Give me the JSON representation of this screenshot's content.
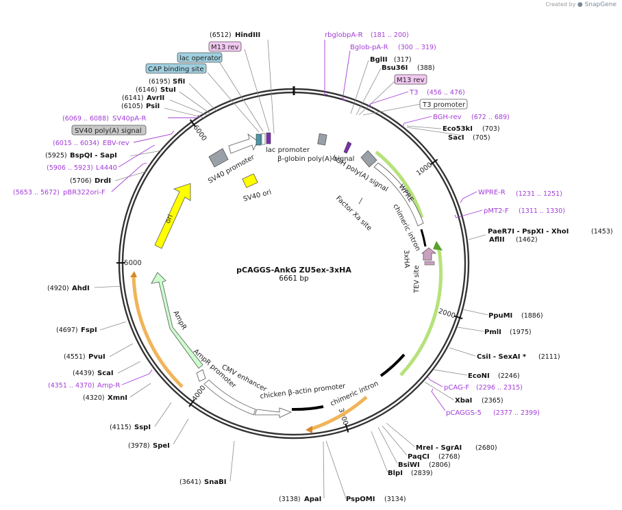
{
  "credit": {
    "prefix": "Created by",
    "brand": "SnapGene"
  },
  "plasmid": {
    "name": "pCAGGS-AnkG ZU5ex-3xHA",
    "length_label": "6661 bp",
    "length": 6661
  },
  "ticks": [
    "1000",
    "2000",
    "3000",
    "4000",
    "5000",
    "6000"
  ],
  "tick_values": [
    1000,
    2000,
    3000,
    4000,
    5000,
    6000
  ],
  "colors": {
    "backbone": "#333333",
    "primer": "#a23bd6",
    "ori": "#ffff00",
    "ampr": "#ccffcc",
    "wpre": "#8bc34a",
    "orange_primer": "#e8a040",
    "grey_feature": "#9aa0a8",
    "tag": "#c9a0c0",
    "label_pink": "#f0c8f0",
    "label_blue": "#9fd0e0",
    "label_grey": "#c8c8c8"
  },
  "sites_right": [
    {
      "pos": "(6512)",
      "name": "HindIII"
    },
    {
      "pos": "(317)",
      "name": "BglII"
    },
    {
      "pos": "(388)",
      "name": "Bsu36I"
    },
    {
      "pos": "(703)",
      "name": "Eco53kI"
    },
    {
      "pos": "(705)",
      "name": "SacI"
    },
    {
      "pos": "(1453)",
      "name": "PaeR7I - PspXI - XhoI"
    },
    {
      "pos": "(1462)",
      "name": "AflII"
    },
    {
      "pos": "(1886)",
      "name": "PpuMI"
    },
    {
      "pos": "(1975)",
      "name": "PmlI"
    },
    {
      "pos": "(2111)",
      "name": "CsiI - SexAI *"
    },
    {
      "pos": "(2246)",
      "name": "EcoNI"
    },
    {
      "pos": "(2365)",
      "name": "XbaI"
    },
    {
      "pos": "(2680)",
      "name": "MreI - SgrAI"
    },
    {
      "pos": "(2768)",
      "name": "PaqCI"
    },
    {
      "pos": "(2806)",
      "name": "BsiWI"
    },
    {
      "pos": "(2839)",
      "name": "BlpI"
    },
    {
      "pos": "(3134)",
      "name": "PspOMI"
    },
    {
      "pos": "(3138)",
      "name": "ApaI"
    }
  ],
  "sites_left": [
    {
      "pos": "(6195)",
      "name": "SfiI"
    },
    {
      "pos": "(6146)",
      "name": "StuI"
    },
    {
      "pos": "(6141)",
      "name": "AvrII"
    },
    {
      "pos": "(6105)",
      "name": "PsiI"
    },
    {
      "pos": "(5925)",
      "name": "BspQI - SapI"
    },
    {
      "pos": "(5706)",
      "name": "DrdI"
    },
    {
      "pos": "(4920)",
      "name": "AhdI"
    },
    {
      "pos": "(4697)",
      "name": "FspI"
    },
    {
      "pos": "(4551)",
      "name": "PvuI"
    },
    {
      "pos": "(4439)",
      "name": "ScaI"
    },
    {
      "pos": "(4320)",
      "name": "XmnI"
    },
    {
      "pos": "(4115)",
      "name": "SspI"
    },
    {
      "pos": "(3978)",
      "name": "SpeI"
    },
    {
      "pos": "(3641)",
      "name": "SnaBI"
    }
  ],
  "primers": [
    {
      "name": "rbglobpA-R",
      "range": "(181 .. 200)"
    },
    {
      "name": "Bglob-pA-R",
      "range": "(300 .. 319)"
    },
    {
      "name": "T3",
      "range": "(456 .. 476)"
    },
    {
      "name": "BGH-rev",
      "range": "(672 .. 689)"
    },
    {
      "name": "WPRE-R",
      "range": "(1231 .. 1251)"
    },
    {
      "name": "pMT2-F",
      "range": "(1311 .. 1330)"
    },
    {
      "name": "pCAG-F",
      "range": "(2296 .. 2315)"
    },
    {
      "name": "pCAGGS-5",
      "range": "(2377 .. 2399)"
    },
    {
      "name": "Amp-R",
      "range": "(4351 .. 4370)"
    },
    {
      "name": "pBR322ori-F",
      "range": "(5653 .. 5672)"
    },
    {
      "name": "L4440",
      "range": "(5906 .. 5923)"
    },
    {
      "name": "EBV-rev",
      "range": "(6015 .. 6034)"
    },
    {
      "name": "SV40pA-R",
      "range": "(6069 .. 6088)"
    }
  ],
  "boxed_labels": [
    {
      "text": "M13 rev"
    },
    {
      "text": "lac operator"
    },
    {
      "text": "CAP binding site"
    },
    {
      "text": "M13 rev"
    },
    {
      "text": "T3 promoter"
    },
    {
      "text": "SV40 poly(A) signal"
    }
  ],
  "features": [
    {
      "text": "lac promoter"
    },
    {
      "text": "β-globin poly(A) signal"
    },
    {
      "text": "bGH poly(A) signal"
    },
    {
      "text": "WPRE"
    },
    {
      "text": "chimeric intron"
    },
    {
      "text": "3xHA"
    },
    {
      "text": "TEV site"
    },
    {
      "text": "Factor Xa site"
    },
    {
      "text": "SV40 promoter"
    },
    {
      "text": "SV40 ori"
    },
    {
      "text": "ori"
    },
    {
      "text": "AmpR"
    },
    {
      "text": "AmpR promoter"
    },
    {
      "text": "CMV enhancer"
    },
    {
      "text": "chicken β-actin promoter"
    },
    {
      "text": "chimeric intron"
    }
  ]
}
